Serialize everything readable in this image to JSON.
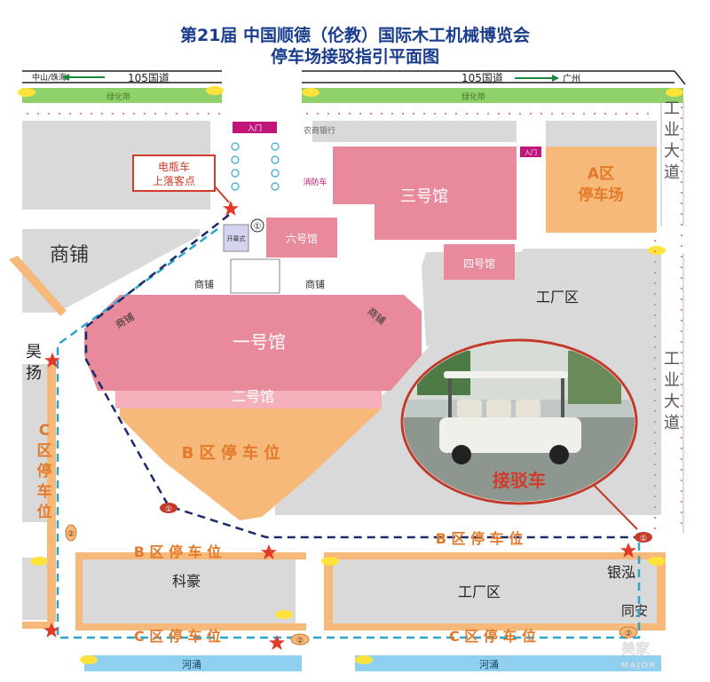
{
  "title": {
    "line1": "第21届 中国顺德（伦教）国际木工机械博览会",
    "line2": "停车场接驳指引平面图"
  },
  "roads": {
    "left_destination": "中山/珠海",
    "left_road": "105国道",
    "right_road": "105国道",
    "right_destination": "广州",
    "greenbelt_left": "绿化带",
    "greenbelt_right": "绿化带",
    "industrial_avenue_top": "工业大道",
    "industrial_avenue_bottom": "工业大道",
    "haoyang": "昊扬",
    "river_left": "河涌",
    "river_right": "河涌"
  },
  "buildings": {
    "shop_left": "商铺",
    "shop_a": "商铺",
    "shop_b": "商铺",
    "shop_c": "商铺",
    "shop_d": "商铺",
    "hall1": "一号馆",
    "hall2": "二号馆",
    "hall3": "三号馆",
    "hall4": "四号馆",
    "hall6": "六号馆",
    "factory_right": "工厂区",
    "factory_bottom": "工厂区",
    "kehao": "科豪",
    "yinhong": "银泓",
    "tongan": "同安",
    "bank": "农商银行",
    "fire_station": "消防车",
    "entrance_top": "入门",
    "entrance_right": "入门",
    "open_window": "开幕式"
  },
  "parking": {
    "zone_a": "A区",
    "zone_a_sub": "停车场",
    "zone_b_main": "B 区 停 车 位",
    "zone_b_bottom_left": "B 区 停 车 位",
    "zone_b_bottom_right": "B 区 停 车 位",
    "zone_c_vertical": "C区停车位",
    "zone_c_bottom_left": "C 区 停 车 位",
    "zone_c_bottom_right": "C 区 停 车 位"
  },
  "shuttle": {
    "stop_callout_line1": "电瓶车",
    "stop_callout_line2": "上落客点",
    "photo_caption": "接驳车",
    "route_numbers": [
      "①",
      "①",
      "①",
      "②",
      "②",
      "②"
    ]
  },
  "watermark": {
    "brand": "美家",
    "sub": "MAJOR"
  },
  "colors": {
    "title": "#1a3c8c",
    "block_gray": "#d9d9d9",
    "hall_pink": "#e88a9c",
    "parking_orange": "#f6b97a",
    "road_green": "#8fd16a",
    "river_blue": "#8fd0f0",
    "route_navy": "#1b2a6b",
    "route_teal": "#2aa6c9",
    "star_red": "#e23a2a",
    "callout_red": "#d23b2c",
    "entrance_magenta": "#c0157a"
  }
}
